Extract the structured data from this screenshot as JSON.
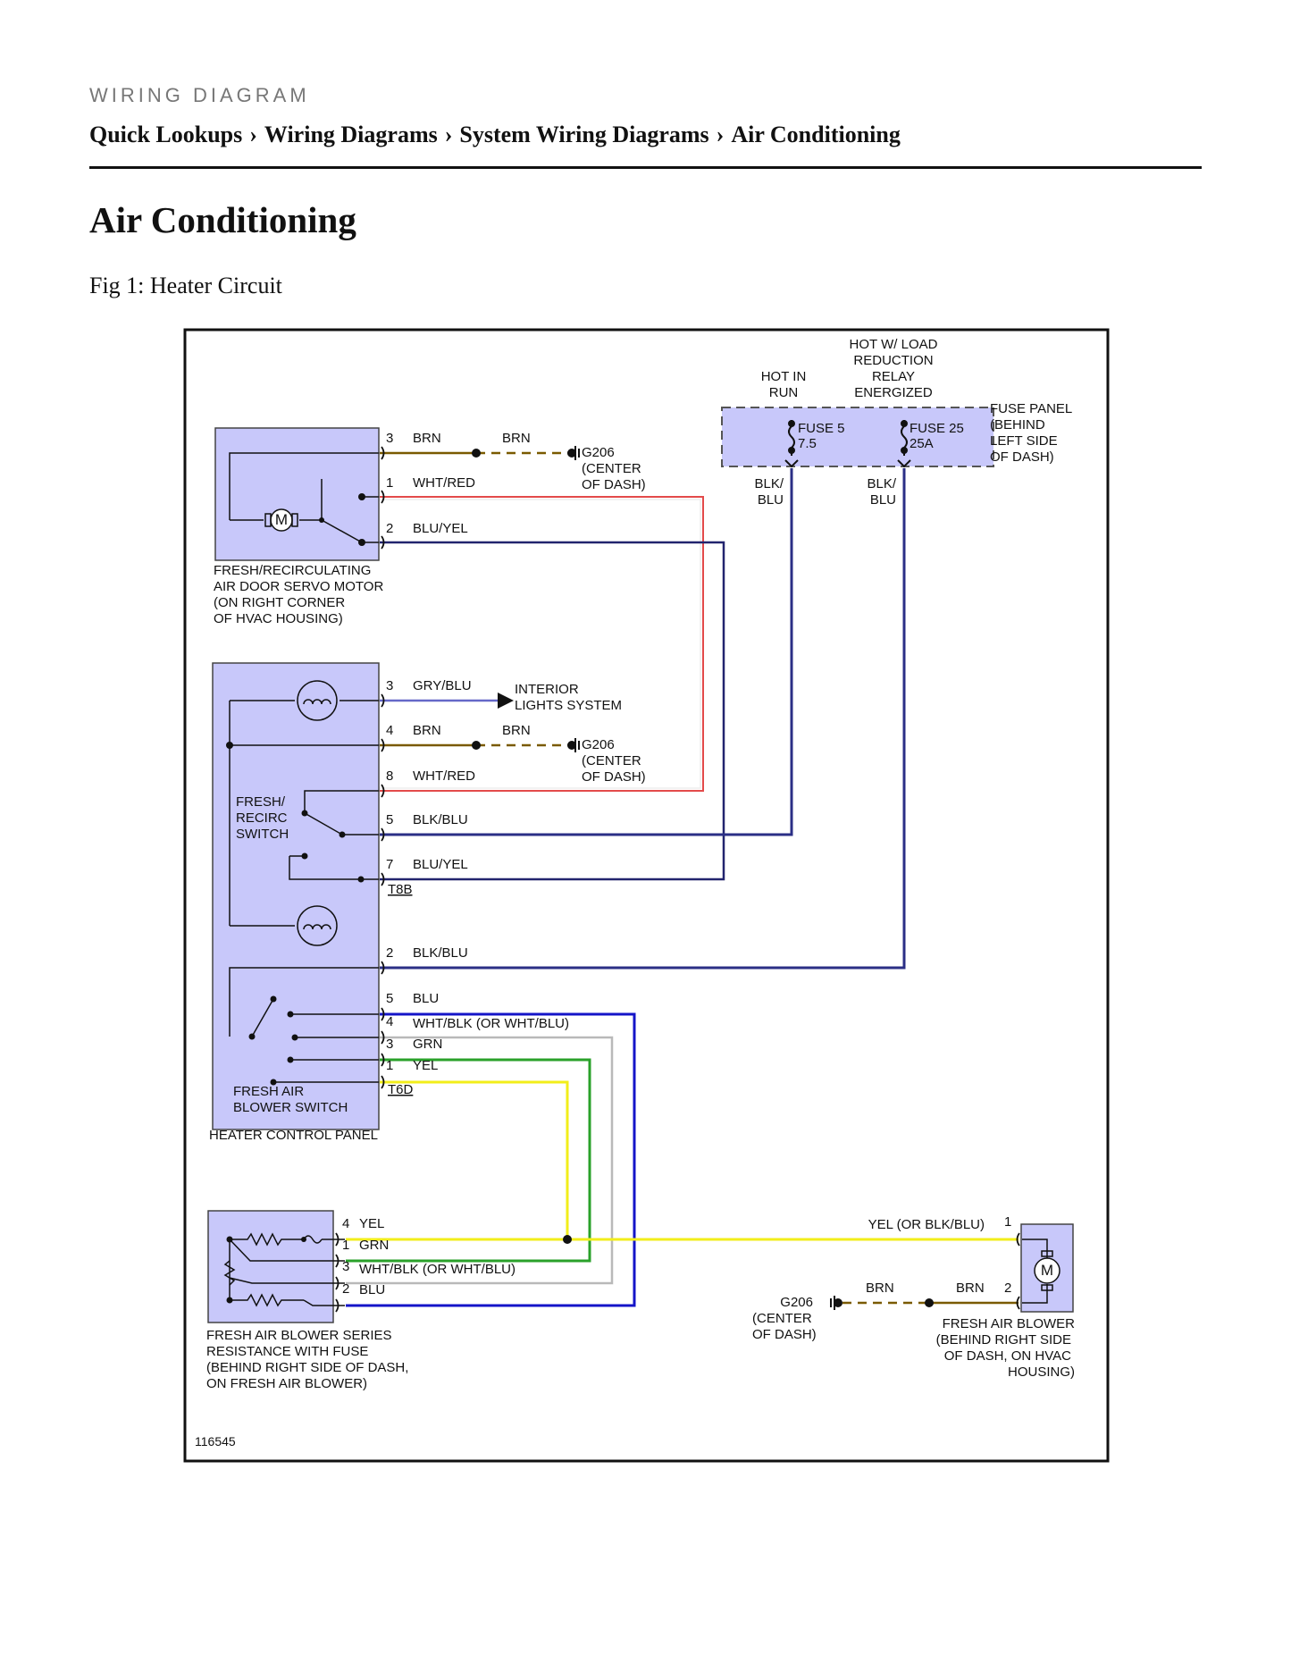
{
  "header": {
    "eyebrow": "WIRING DIAGRAM",
    "breadcrumb": [
      "Quick Lookups",
      "Wiring Diagrams",
      "System Wiring Diagrams",
      "Air Conditioning"
    ],
    "separator": "›"
  },
  "page_title": "Air Conditioning",
  "figure_caption": "Fig 1: Heater Circuit",
  "diagram": {
    "figure_id": "116545",
    "colors": {
      "component_fill": "#c8c8fa",
      "brn": "#7a5a00",
      "wht_red": "#e34a4a",
      "blu_yel": "#22246e",
      "blk_blu": "#2b2f86",
      "gry_blu": "#6668c8",
      "blu": "#1414c8",
      "wht_blk": "#b9b9b9",
      "grn": "#2aa12a",
      "yel": "#f2ee1a"
    },
    "fuse_panel": {
      "hot_in_run": [
        "HOT IN",
        "RUN"
      ],
      "hot_w_load": [
        "HOT W/ LOAD",
        "REDUCTION",
        "RELAY",
        "ENERGIZED"
      ],
      "label": [
        "FUSE PANEL",
        "(BEHIND",
        "LEFT SIDE",
        "OF DASH)"
      ],
      "fuse5": [
        "FUSE 5",
        "7.5"
      ],
      "fuse25": [
        "FUSE 25",
        "25A"
      ],
      "wire_left": [
        "BLK/",
        "BLU"
      ],
      "wire_right": [
        "BLK/",
        "BLU"
      ]
    },
    "servo_motor": {
      "label": [
        "FRESH/RECIRCULATING",
        "AIR DOOR SERVO MOTOR",
        "(ON RIGHT CORNER",
        "OF HVAC HOUSING)"
      ],
      "motor_symbol": "M",
      "pins": [
        {
          "pin": "3",
          "wire": "BRN"
        },
        {
          "pin": "1",
          "wire": "WHT/RED"
        },
        {
          "pin": "2",
          "wire": "BLU/YEL"
        }
      ],
      "ground_wire": "BRN",
      "ground": [
        "G206",
        "(CENTER",
        "OF DASH)"
      ]
    },
    "control_panel": {
      "label": "HEATER CONTROL PANEL",
      "switch_label": [
        "FRESH/",
        "RECIRC",
        "SWITCH"
      ],
      "blower_switch_label": [
        "FRESH AIR",
        "BLOWER SWITCH"
      ],
      "connector_t8b": "T8B",
      "connector_t6d": "T6D",
      "pins_t8b": [
        {
          "pin": "3",
          "wire": "GRY/BLU"
        },
        {
          "pin": "4",
          "wire": "BRN"
        },
        {
          "pin": "8",
          "wire": "WHT/RED"
        },
        {
          "pin": "5",
          "wire": "BLK/BLU"
        },
        {
          "pin": "7",
          "wire": "BLU/YEL"
        }
      ],
      "pin_t8b_2": {
        "pin": "2",
        "wire": "BLK/BLU"
      },
      "pins_t6d": [
        {
          "pin": "5",
          "wire": "BLU"
        },
        {
          "pin": "4",
          "wire": "WHT/BLK (OR WHT/BLU)"
        },
        {
          "pin": "3",
          "wire": "GRN"
        },
        {
          "pin": "1",
          "wire": "YEL"
        }
      ],
      "interior_lights": [
        "INTERIOR",
        "LIGHTS SYSTEM"
      ],
      "ground_wire": "BRN",
      "ground": [
        "G206",
        "(CENTER",
        "OF DASH)"
      ]
    },
    "resistor": {
      "label": [
        "FRESH AIR BLOWER SERIES",
        "RESISTANCE WITH FUSE",
        "(BEHIND RIGHT SIDE OF DASH,",
        "ON FRESH AIR BLOWER)"
      ],
      "pins": [
        {
          "pin": "4",
          "wire": "YEL"
        },
        {
          "pin": "1",
          "wire": "GRN"
        },
        {
          "pin": "3",
          "wire": "WHT/BLK (OR WHT/BLU)"
        },
        {
          "pin": "2",
          "wire": "BLU"
        }
      ]
    },
    "blower": {
      "label": [
        "FRESH AIR BLOWER",
        "(BEHIND RIGHT SIDE",
        "OF DASH, ON HVAC",
        "HOUSING)"
      ],
      "motor_symbol": "M",
      "pin1": "1",
      "pin1_wire": "YEL (OR BLK/BLU)",
      "pin2": "2",
      "pin2_wire": "BRN",
      "ground_wire": "BRN",
      "ground": [
        "G206",
        "(CENTER",
        "OF DASH)"
      ]
    }
  }
}
